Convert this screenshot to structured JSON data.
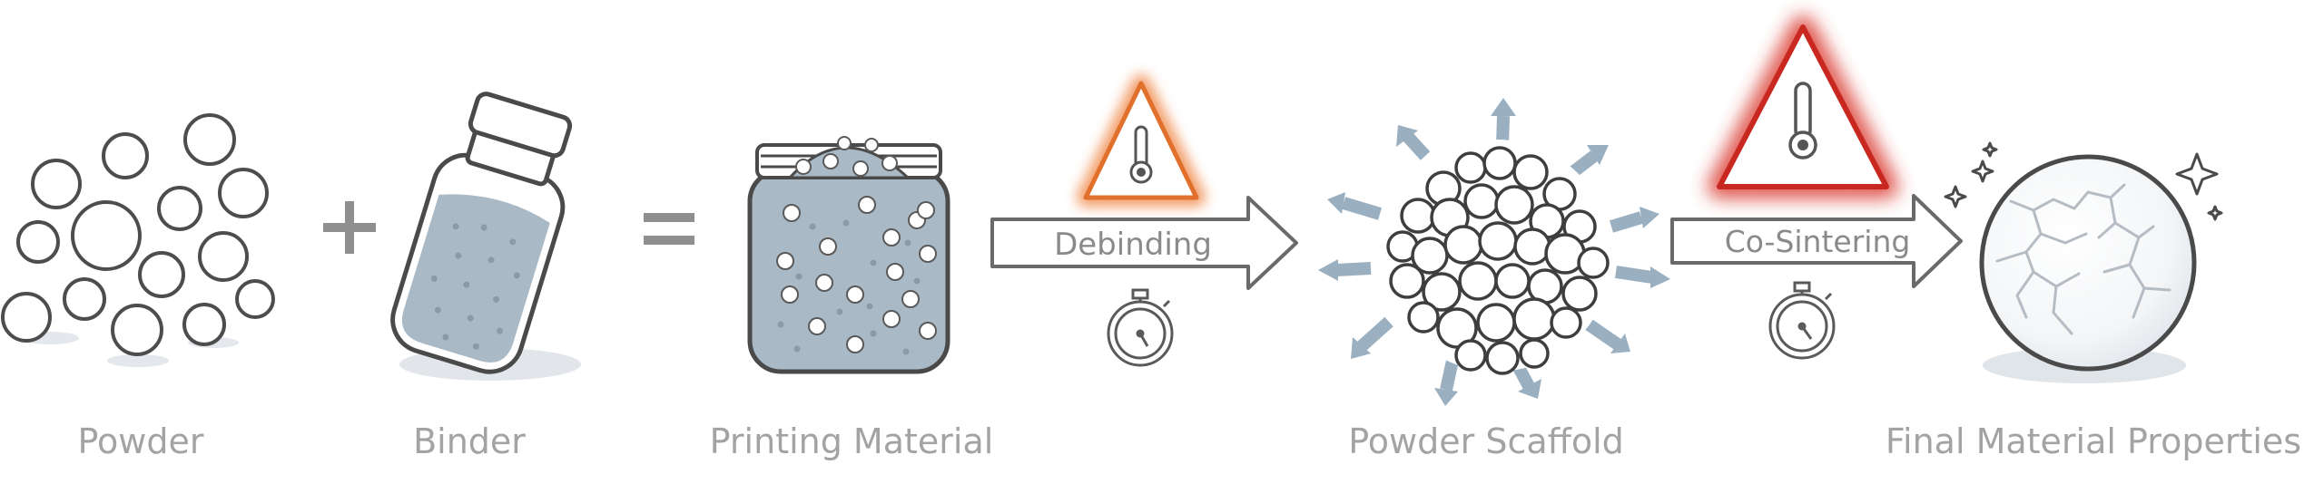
{
  "stages": {
    "powder": "Powder",
    "binder": "Binder",
    "printing_material": "Printing Material",
    "powder_scaffold": "Powder Scaffold",
    "final_properties": "Final Material Properties"
  },
  "operators": {
    "plus": "+",
    "equals": "="
  },
  "processes": {
    "debinding": "Debinding",
    "co_sintering": "Co-Sintering"
  },
  "icons": {
    "debinding_warning": "thermometer-warning-icon",
    "co_sintering_warning": "thermometer-warning-icon",
    "timer": "stopwatch-icon"
  },
  "colors": {
    "text_gray": "#a3a3a3",
    "outline_dark": "#4a4a4a",
    "fill_blue_gray": "#a9b9c6",
    "arrow_blue_gray": "#9aafc0",
    "debinding_glow": "#f08a4b",
    "co_sintering_glow": "#d9352a"
  }
}
